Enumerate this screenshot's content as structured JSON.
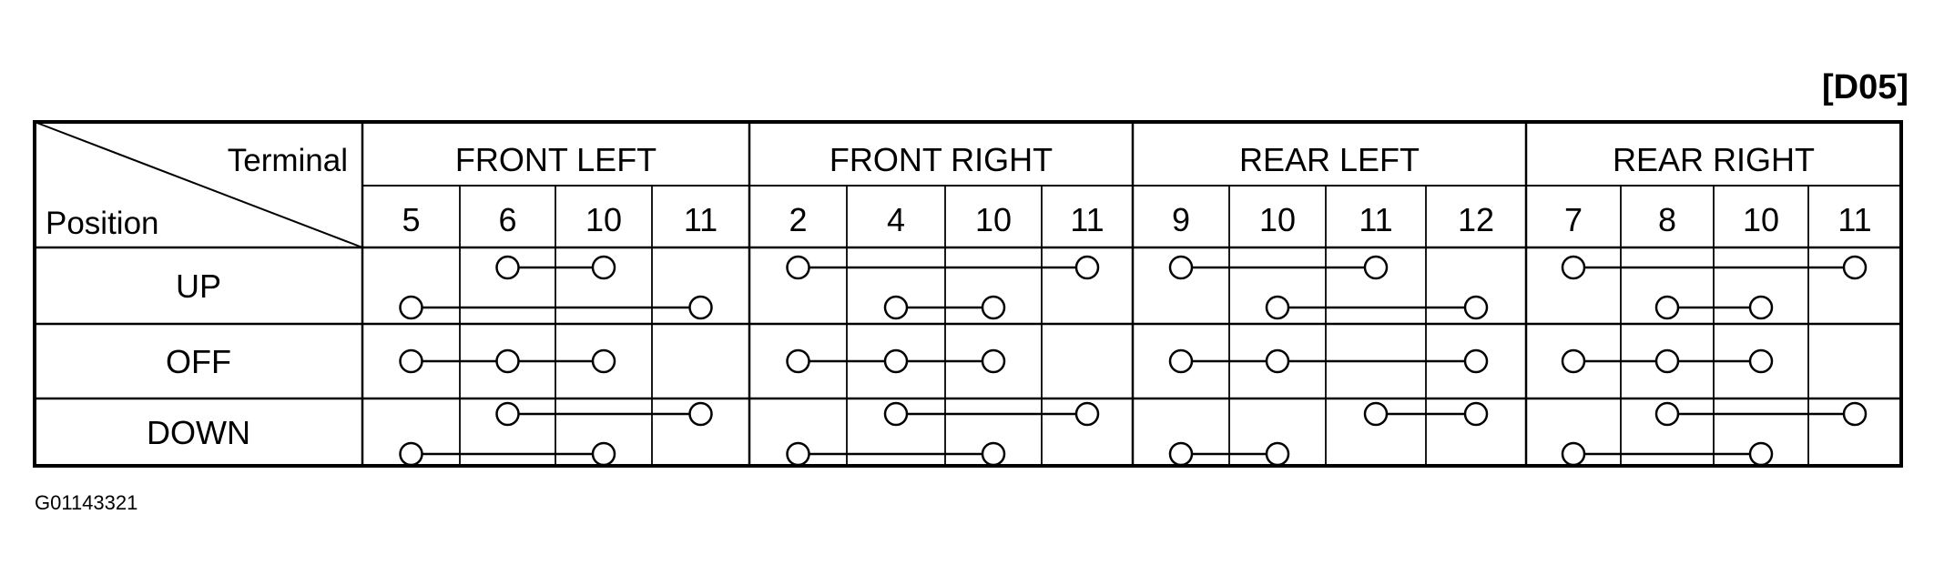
{
  "figure_id": "[D05]",
  "header": {
    "terminal_label": "Terminal",
    "position_label": "Position"
  },
  "groups": [
    {
      "name": "FRONT LEFT",
      "terminals": [
        "5",
        "6",
        "10",
        "11"
      ]
    },
    {
      "name": "FRONT RIGHT",
      "terminals": [
        "2",
        "4",
        "10",
        "11"
      ]
    },
    {
      "name": "REAR LEFT",
      "terminals": [
        "9",
        "10",
        "11",
        "12"
      ]
    },
    {
      "name": "REAR RIGHT",
      "terminals": [
        "7",
        "8",
        "10",
        "11"
      ]
    }
  ],
  "positions": [
    "UP",
    "OFF",
    "DOWN"
  ],
  "continuity": {
    "UP": [
      [
        {
          "terms": [
            1,
            2
          ],
          "level": "high"
        },
        {
          "terms": [
            0,
            3
          ],
          "level": "low"
        }
      ],
      [
        {
          "terms": [
            0,
            3
          ],
          "level": "high"
        },
        {
          "terms": [
            1,
            2
          ],
          "level": "low"
        }
      ],
      [
        {
          "terms": [
            0,
            2
          ],
          "level": "high"
        },
        {
          "terms": [
            1,
            3
          ],
          "level": "low"
        }
      ],
      [
        {
          "terms": [
            0,
            3
          ],
          "level": "high"
        },
        {
          "terms": [
            1,
            2
          ],
          "level": "low"
        }
      ]
    ],
    "OFF": [
      [
        {
          "terms": [
            0,
            1,
            2
          ],
          "level": "mid"
        }
      ],
      [
        {
          "terms": [
            0,
            1,
            2
          ],
          "level": "mid"
        }
      ],
      [
        {
          "terms": [
            0,
            1,
            3
          ],
          "level": "mid"
        }
      ],
      [
        {
          "terms": [
            0,
            1,
            2
          ],
          "level": "mid"
        }
      ]
    ],
    "DOWN": [
      [
        {
          "terms": [
            1,
            3
          ],
          "level": "high"
        },
        {
          "terms": [
            0,
            2
          ],
          "level": "low"
        }
      ],
      [
        {
          "terms": [
            1,
            3
          ],
          "level": "high"
        },
        {
          "terms": [
            0,
            2
          ],
          "level": "low"
        }
      ],
      [
        {
          "terms": [
            2,
            3
          ],
          "level": "high"
        },
        {
          "terms": [
            0,
            1
          ],
          "level": "low"
        }
      ],
      [
        {
          "terms": [
            1,
            3
          ],
          "level": "high"
        },
        {
          "terms": [
            0,
            2
          ],
          "level": "low"
        }
      ]
    ]
  },
  "footer_code": "G01143321"
}
